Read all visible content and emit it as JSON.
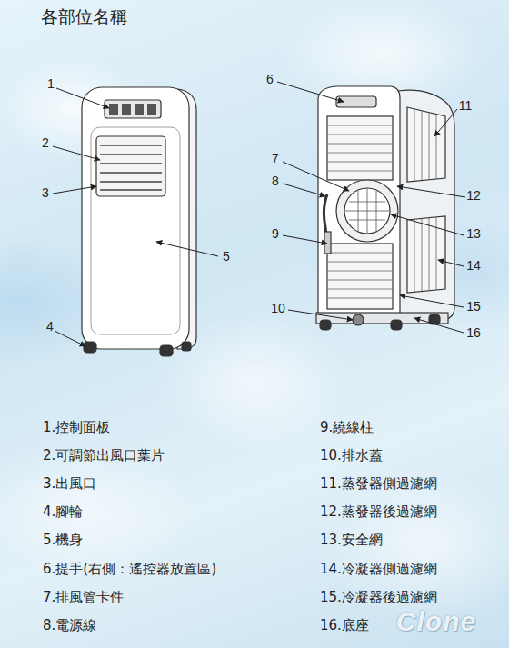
{
  "diagram": {
    "title": "各部位名稱",
    "labels": [
      "1",
      "2",
      "3",
      "4",
      "5",
      "6",
      "11",
      "7",
      "8",
      "12",
      "9",
      "13",
      "14",
      "10",
      "15",
      "16",
      "1.控制面板",
      "2.可調節出風口葉片",
      "3.出風口",
      "4.腳輪",
      "5.機身",
      "6.提手(右側：遙控器放置區)",
      "7.排風管卡件",
      "8.電源線",
      "9.繞線柱",
      "10.排水蓋",
      "11.蒸發器側過濾網",
      "12.蒸發器後過濾網",
      "13.安全網",
      "14.冷凝器側過濾網",
      "15.冷凝器後過濾網",
      "16.底座",
      "Clone"
    ]
  }
}
